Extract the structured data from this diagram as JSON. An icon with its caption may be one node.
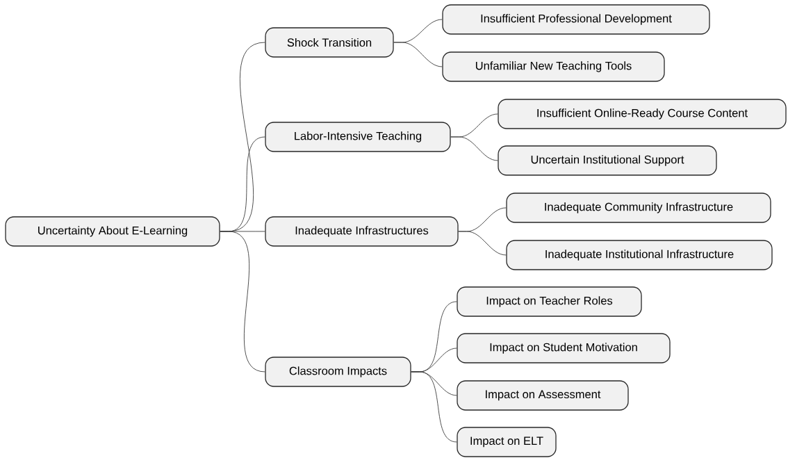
{
  "diagram": {
    "nodes": [
      {
        "text": [
          "Uncertainty About E-Learning"
        ]
      },
      {
        "text": [
          "Shock Transition"
        ]
      },
      {
        "text": [
          "Insufficient Professional Development"
        ]
      },
      {
        "text": [
          "Unfamiliar New Teaching Tools"
        ]
      },
      {
        "text": [
          "Labor-Intensive Teaching"
        ]
      },
      {
        "text": [
          "Insufficient Online-Ready Course Content"
        ]
      },
      {
        "text": [
          "Uncertain Institutional Support"
        ]
      },
      {
        "text": [
          "Inadequate Infrastructures"
        ]
      },
      {
        "text": [
          "Inadequate Community Infrastructure"
        ]
      },
      {
        "text": [
          "Inadequate Institutional Infrastructure"
        ]
      },
      {
        "text": [
          "Classroom Impacts"
        ]
      },
      {
        "text": [
          "Impact on Teacher Roles"
        ]
      },
      {
        "text": [
          "Impact on Student Motivation"
        ]
      },
      {
        "text": [
          "Impact on Assessment"
        ]
      },
      {
        "text": [
          "Impact on ELT"
        ]
      }
    ],
    "edges": [
      {
        "from": 0,
        "to": 1,
        "arrow": "none"
      },
      {
        "from": 1,
        "to": 2,
        "arrow": "none"
      },
      {
        "from": 1,
        "to": 3,
        "arrow": "none"
      },
      {
        "from": 0,
        "to": 4,
        "arrow": "none"
      },
      {
        "from": 4,
        "to": 5,
        "arrow": "none"
      },
      {
        "from": 4,
        "to": 6,
        "arrow": "none"
      },
      {
        "from": 0,
        "to": 7,
        "arrow": "none"
      },
      {
        "from": 7,
        "to": 8,
        "arrow": "none"
      },
      {
        "from": 7,
        "to": 9,
        "arrow": "none"
      },
      {
        "from": 0,
        "to": 10,
        "arrow": "none"
      },
      {
        "from": 10,
        "to": 11,
        "arrow": "none"
      },
      {
        "from": 10,
        "to": 12,
        "arrow": "none"
      },
      {
        "from": 10,
        "to": 13,
        "arrow": "none"
      },
      {
        "from": 10,
        "to": 14,
        "arrow": "none"
      }
    ]
  }
}
